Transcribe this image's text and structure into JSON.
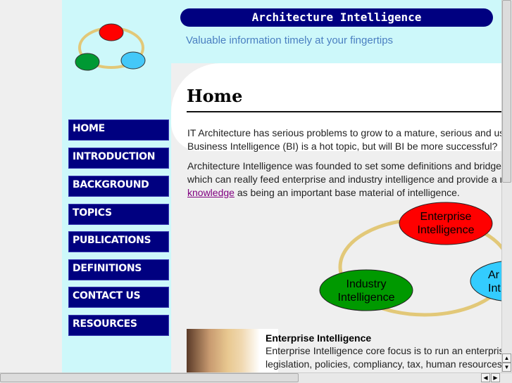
{
  "banner": {
    "title": "Architecture Intelligence",
    "tagline": "Valuable information timely at your fingertips"
  },
  "nav": {
    "items": [
      "HOME",
      "INTRODUCTION",
      "BACKGROUND",
      "TOPICS",
      "PUBLICATIONS",
      "DEFINITIONS",
      "CONTACT US",
      "RESOURCES"
    ]
  },
  "main": {
    "title": "Home",
    "p1": [
      "IT Architecture has serious problems to grow to a mature, serious and usefu",
      "Business Intelligence (BI) is a hot topic, but will BI be more successful?"
    ],
    "p2": [
      "Architecture Intelligence was founded to set some definitions and bridge the",
      "which can really feed enterprise and industry intelligence and provide a realis"
    ],
    "p2_link": "knowledge",
    "p2_rest": " as being an important base material of intelligence.",
    "diagram": {
      "enterprise": [
        "Enterprise",
        "Intelligence"
      ],
      "industry": [
        "Industry",
        "Intelligence"
      ],
      "architecture": [
        "Ar",
        "Int"
      ]
    },
    "section": {
      "title": "Enterprise Intelligence",
      "lines": [
        "Enterprise Intelligence core focus is to run an enterprise i",
        "legislation, policies, compliancy, tax, human resources, a"
      ]
    }
  },
  "colors": {
    "nav": "#000080",
    "cyan": "#cdf8fa",
    "link": "#800080",
    "red": "#ff0000",
    "green": "#009900",
    "blue": "#33ccff"
  }
}
